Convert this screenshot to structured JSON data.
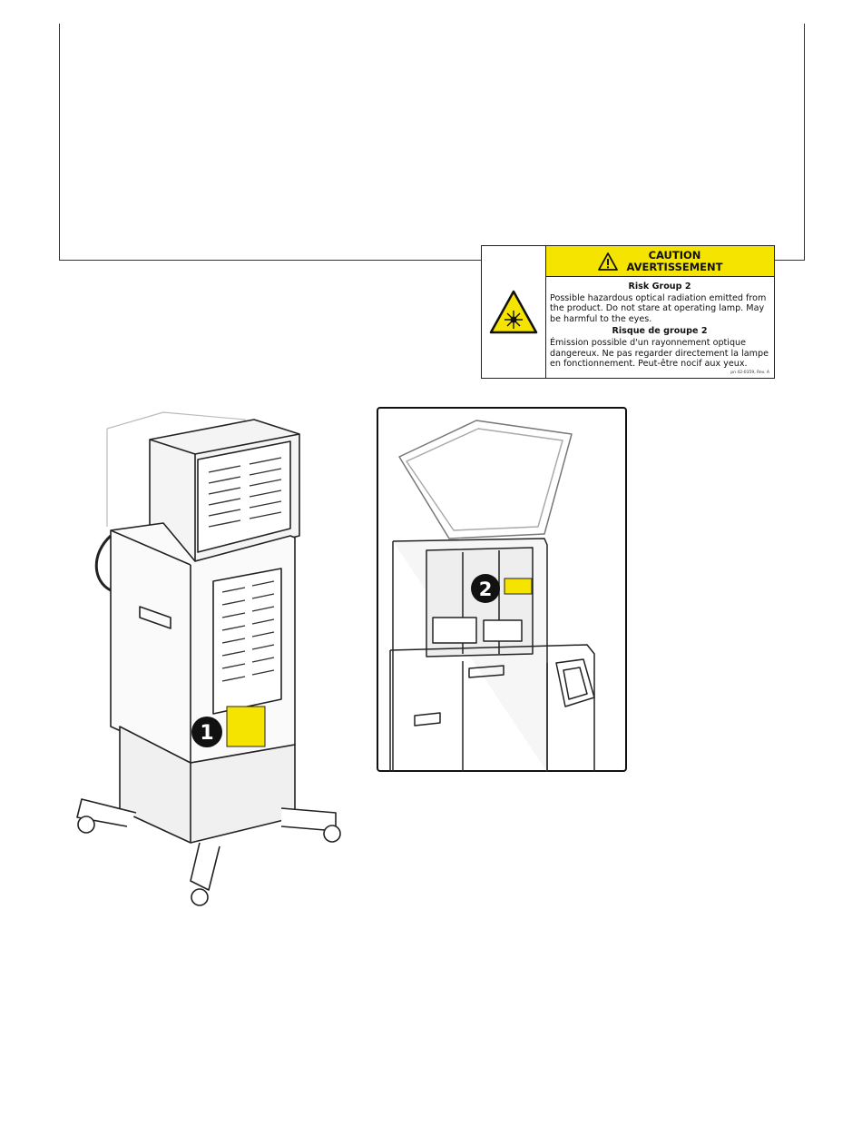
{
  "label": {
    "caution": "CAUTION",
    "avertissement": "AVERTISSEMENT",
    "heading_en": "Risk Group 2",
    "text_en": "Possible hazardous optical radiation emitted from the product. Do not stare at operating lamp. May be harmful to the eyes.",
    "heading_fr": "Risque de groupe 2",
    "text_fr": "Émission possible d'un rayonnement optique dangereux. Ne pas regarder directement la lampe en fonctionnement. Peut-être nocif aux yeux.",
    "ref": "pn 42-0359, Rev. A",
    "icons": [
      "warning-triangle-icon",
      "laser-radiation-icon"
    ],
    "colors": {
      "warning_yellow": "#f5e300",
      "callout_black": "#111111"
    }
  },
  "callouts": {
    "one": "1",
    "two": "2"
  }
}
